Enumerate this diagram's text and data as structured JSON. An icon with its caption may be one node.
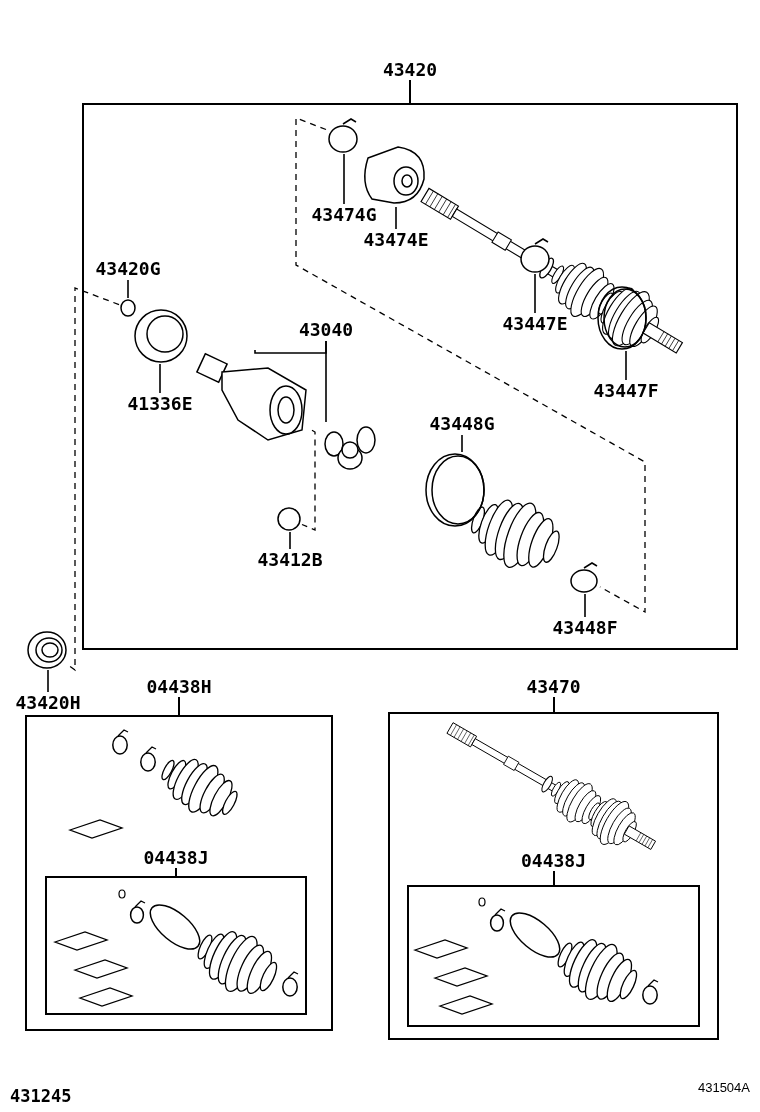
{
  "diagram": {
    "nodes": [
      {
        "text": [
          "43420"
        ]
      },
      {
        "text": [
          "43474G"
        ],
        "in": 0
      },
      {
        "text": [],
        "shape": "circle",
        "in": 0
      },
      {
        "text": [
          "43474E"
        ],
        "in": 0
      },
      {
        "text": [],
        "shape": "picture",
        "in": 0
      },
      {
        "text": [
          "43447E"
        ],
        "in": 0
      },
      {
        "text": [],
        "shape": "circle",
        "in": 0
      },
      {
        "text": [
          "43447F"
        ],
        "in": 0
      },
      {
        "text": [],
        "shape": "picture",
        "in": 0
      },
      {
        "text": [
          "43420G"
        ],
        "in": 0
      },
      {
        "text": [],
        "shape": "circle",
        "in": 0
      },
      {
        "text": [
          "41336E"
        ],
        "in": 0
      },
      {
        "text": [],
        "shape": "picture",
        "in": 0
      },
      {
        "text": [
          "43040"
        ],
        "in": 0
      },
      {
        "text": [],
        "shape": "picture",
        "in": 0
      },
      {
        "text": [],
        "shape": "picture",
        "in": 0
      },
      {
        "text": [
          "43412B"
        ],
        "in": 0
      },
      {
        "text": [],
        "shape": "circle",
        "in": 0
      },
      {
        "text": [
          "43448G"
        ],
        "in": 0
      },
      {
        "text": [],
        "shape": "picture",
        "in": 0
      },
      {
        "text": [
          "43448F"
        ],
        "in": 0
      },
      {
        "text": [],
        "shape": "circle",
        "in": 0
      },
      {
        "text": [
          "43420H"
        ]
      },
      {
        "text": [],
        "shape": "picture"
      },
      {
        "text": [
          "04438H"
        ]
      },
      {
        "text": [
          "04438J"
        ],
        "in": 24
      },
      {
        "text": [
          "43470"
        ]
      },
      {
        "text": [
          "04438J"
        ],
        "in": 26
      }
    ],
    "edges": [
      {
        "from": 1,
        "to": 2,
        "arrow": "none"
      },
      {
        "from": 3,
        "to": 4,
        "arrow": "none"
      },
      {
        "from": 5,
        "to": 6,
        "arrow": "none"
      },
      {
        "from": 7,
        "to": 8,
        "arrow": "none"
      },
      {
        "from": 9,
        "to": 10,
        "arrow": "none"
      },
      {
        "from": 11,
        "to": 12,
        "arrow": "none"
      },
      {
        "from": 13,
        "to": 14,
        "arrow": "none"
      },
      {
        "from": 13,
        "to": 15,
        "arrow": "none"
      },
      {
        "from": 16,
        "to": 17,
        "arrow": "none"
      },
      {
        "from": 18,
        "to": 19,
        "arrow": "none"
      },
      {
        "from": 20,
        "to": 21,
        "arrow": "none"
      },
      {
        "from": 22,
        "to": 23,
        "arrow": "none"
      },
      {
        "from": 2,
        "to": 21,
        "arrow": "none",
        "style": "dashed"
      },
      {
        "from": 14,
        "to": 17,
        "arrow": "none",
        "style": "dashed"
      },
      {
        "from": 10,
        "to": 23,
        "arrow": "none",
        "style": "dashed"
      }
    ],
    "labels": [
      "431245",
      "431504A"
    ]
  }
}
